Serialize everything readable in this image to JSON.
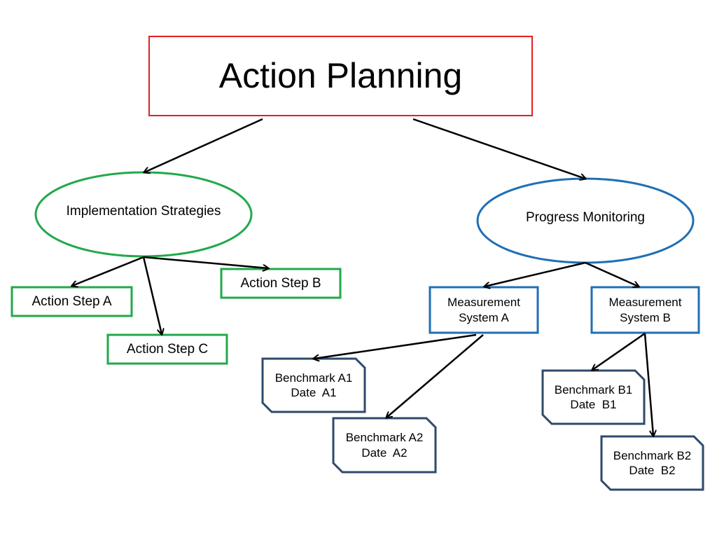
{
  "title": "Action Planning",
  "colors": {
    "title_border": "#e02020",
    "green": "#21a94b",
    "blue": "#1f6fb5",
    "navy": "#2e4a6b",
    "arrow": "#000000"
  },
  "nodes": {
    "implementation": "Implementation Strategies",
    "progress": "Progress Monitoring",
    "step_a": "Action Step A",
    "step_b": "Action Step B",
    "step_c": "Action Step C",
    "measure_a": {
      "line1": "Measurement",
      "line2": "System A"
    },
    "measure_b": {
      "line1": "Measurement",
      "line2": "System B"
    },
    "bench_a1": {
      "line1": "Benchmark A1",
      "line2": "Date  A1"
    },
    "bench_a2": {
      "line1": "Benchmark A2",
      "line2": "Date  A2"
    },
    "bench_b1": {
      "line1": "Benchmark B1",
      "line2": "Date  B1"
    },
    "bench_b2": {
      "line1": "Benchmark B2",
      "line2": "Date  B2"
    }
  }
}
